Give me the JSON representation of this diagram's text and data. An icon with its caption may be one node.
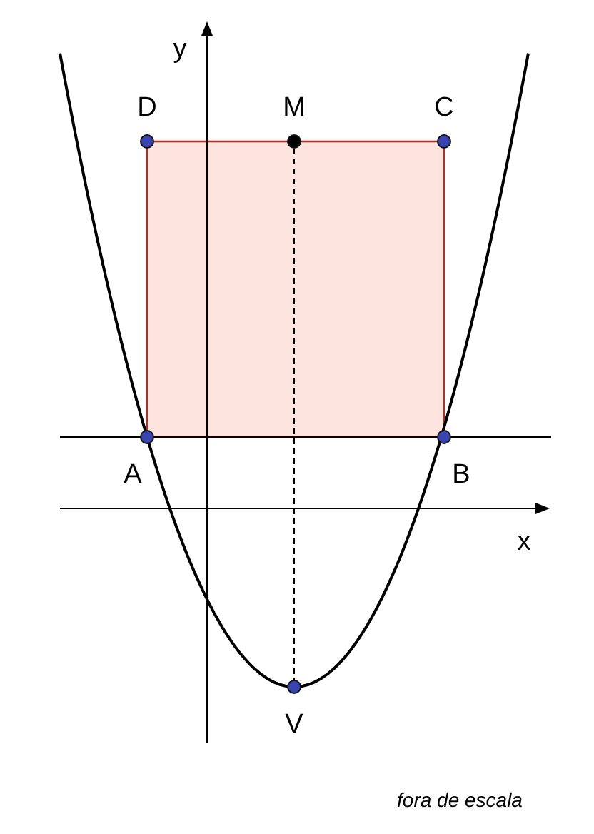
{
  "diagram": {
    "nodes": [
      {
        "text": [],
        "shape": "circle",
        "beside": [
          "D"
        ]
      },
      {
        "text": [],
        "shape": "circle",
        "beside": [
          "M"
        ]
      },
      {
        "text": [],
        "shape": "circle",
        "beside": [
          "C"
        ]
      },
      {
        "text": [],
        "shape": "circle",
        "beside": [
          "A"
        ]
      },
      {
        "text": [],
        "shape": "circle",
        "beside": [
          "B"
        ]
      },
      {
        "text": [],
        "shape": "circle",
        "beside": [
          "V"
        ]
      }
    ],
    "edges": [
      {
        "from": 1,
        "to": 5,
        "arrow": "none",
        "style": "dashed"
      }
    ],
    "labels": [
      "y",
      "x"
    ],
    "caption": "fora de escala"
  }
}
